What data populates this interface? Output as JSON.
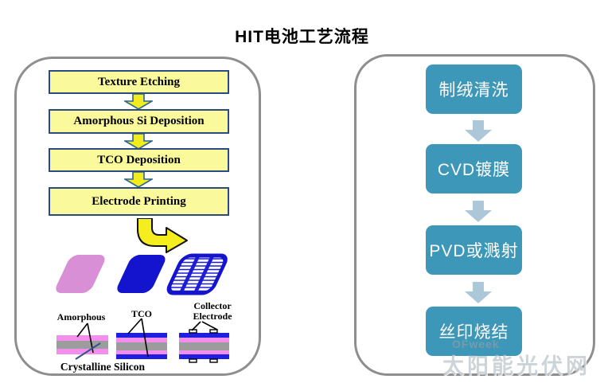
{
  "title": "HIT电池工艺流程",
  "left_panel": {
    "steps": [
      {
        "label": "Texture Etching"
      },
      {
        "label": "Amorphous Si Deposition"
      },
      {
        "label": "TCO Deposition"
      },
      {
        "label": "Electrode Printing"
      }
    ],
    "layer_labels": {
      "amorphous": "Amorphous",
      "tco": "TCO",
      "collector_line1": "Collector",
      "collector_line2": "Electrode",
      "crystalline_silicon": "Crystalline Silicon"
    },
    "colors": {
      "box_fill": "#FAFA9C",
      "box_border": "#2B4B80",
      "arrow_fill": "#F0EC20",
      "arrow_stroke": "#2A6496",
      "curved_arrow_fill": "#F5ED1E",
      "wafer_pink": "#D88FD6",
      "wafer_blue": "#1414CE",
      "layer_pink": "#F48EEC",
      "layer_gray": "#9C9C9C",
      "layer_blue": "#1F1FE0"
    }
  },
  "right_panel": {
    "steps": [
      {
        "label": "制绒清洗"
      },
      {
        "label": "CVD镀膜"
      },
      {
        "label": "PVD或溅射"
      },
      {
        "label": "丝印烧结"
      }
    ],
    "colors": {
      "box_fill": "#3D97B8",
      "arrow_fill": "#ACC7D8",
      "text": "#FFFFFF"
    }
  },
  "watermark": {
    "brand": "OFweek",
    "site_name": "太阳能光伏网"
  }
}
